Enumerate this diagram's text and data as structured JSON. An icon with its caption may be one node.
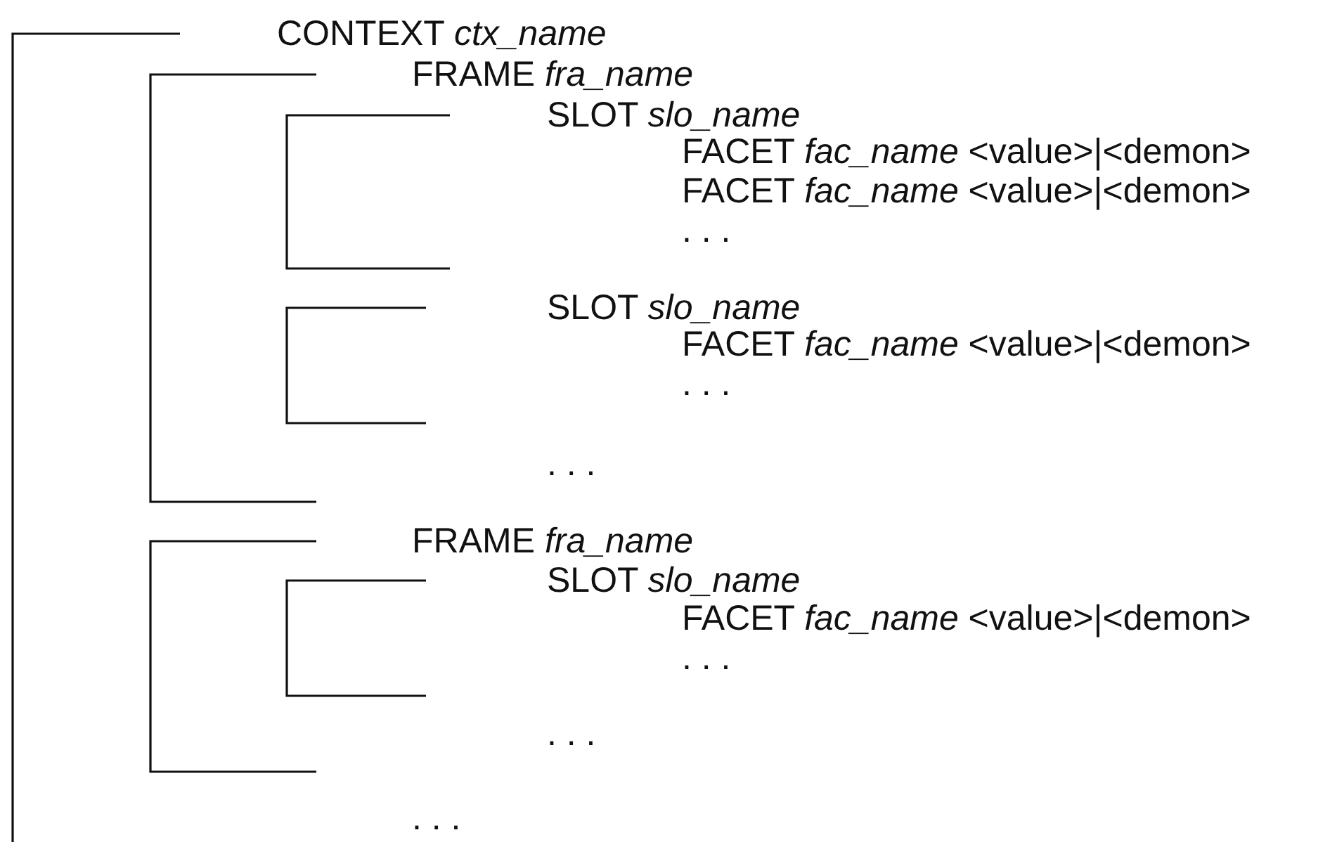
{
  "diagram": {
    "labels": [
      "CONTEXT *ctx_name*",
      "FRAME *fra_name*",
      "SLOT *slo_name*",
      "FACET *fac_name* <value>|<demon>",
      "FACET *fac_name* <value>|<demon>",
      ". . .",
      "SLOT *slo_name*",
      "FACET *fac_name* <value>|<demon>",
      ". . .",
      ". . .",
      "FRAME *fra_name*",
      "SLOT *slo_name*",
      "FACET *fac_name* <value>|<demon>",
      ". . .",
      ". . .",
      ". . ."
    ]
  }
}
